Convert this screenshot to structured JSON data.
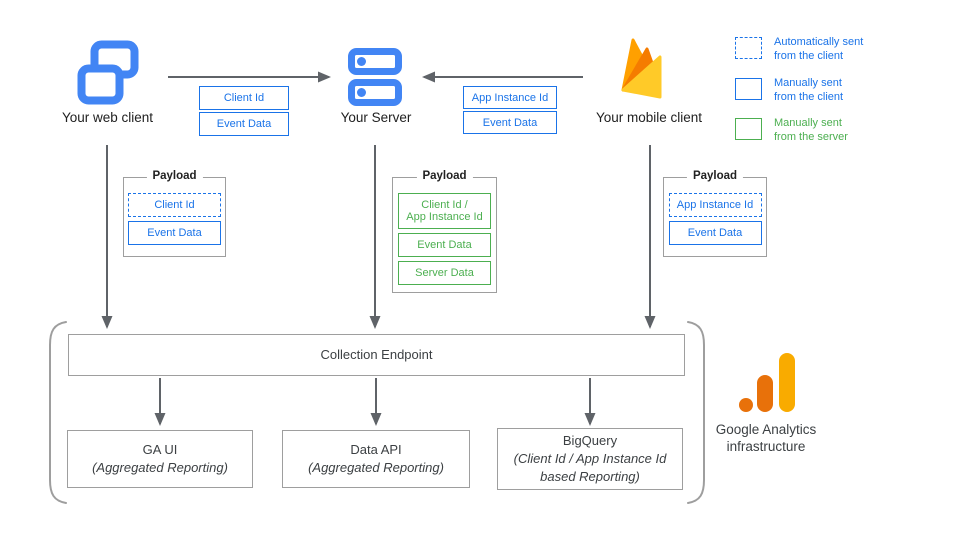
{
  "nodes": {
    "web_client": {
      "label": "Your web client"
    },
    "server": {
      "label": "Your Server"
    },
    "mobile_client": {
      "label": "Your mobile client"
    }
  },
  "flows": {
    "web_to_server": {
      "labels": [
        "Client Id",
        "Event Data"
      ]
    },
    "mobile_to_server": {
      "labels": [
        "App Instance Id",
        "Event Data"
      ]
    }
  },
  "payloads": [
    {
      "title": "Payload",
      "items": [
        {
          "text": "Client Id",
          "style": "dashed-blue"
        },
        {
          "text": "Event Data",
          "style": "solid-blue"
        }
      ]
    },
    {
      "title": "Payload",
      "items": [
        {
          "text": "Client Id /\nApp Instance Id",
          "style": "solid-green"
        },
        {
          "text": "Event Data",
          "style": "solid-green"
        },
        {
          "text": "Server Data",
          "style": "solid-green"
        }
      ]
    },
    {
      "title": "Payload",
      "items": [
        {
          "text": "App Instance Id",
          "style": "dashed-blue"
        },
        {
          "text": "Event Data",
          "style": "solid-blue"
        }
      ]
    }
  ],
  "legend": {
    "items": [
      {
        "label": "Automatically sent\nfrom the client",
        "style": "dashed-blue"
      },
      {
        "label": "Manually sent\nfrom the client",
        "style": "solid-blue"
      },
      {
        "label": "Manually sent\nfrom the server",
        "style": "solid-green"
      }
    ]
  },
  "infrastructure": {
    "collection_endpoint": "Collection Endpoint",
    "outputs": [
      {
        "title": "GA UI",
        "subtitle": "(Aggregated Reporting)"
      },
      {
        "title": "Data API",
        "subtitle": "(Aggregated Reporting)"
      },
      {
        "title": "BigQuery",
        "subtitle": "(Client Id / App Instance Id\nbased Reporting)"
      }
    ],
    "caption": "Google Analytics\ninfrastructure"
  },
  "colors": {
    "blue_accent": "#1A73E8",
    "icon_blue": "#4285F4",
    "green_accent": "#4CAF50",
    "gray_border": "#9E9E9E",
    "arrow_gray": "#5F6368",
    "ga_orange": "#E8710A",
    "ga_yellow": "#F9AB00",
    "firebase_orange": "#FFA000",
    "firebase_dark_orange": "#F57C00",
    "firebase_yellow": "#FFCA28"
  }
}
